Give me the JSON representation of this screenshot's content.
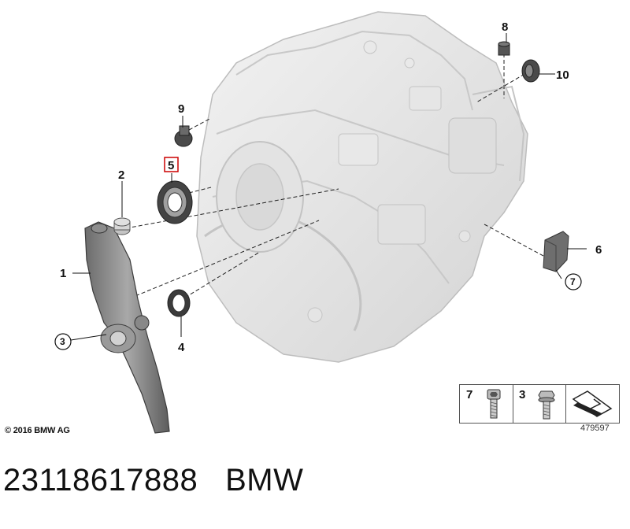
{
  "diagram": {
    "callouts": [
      {
        "id": "1",
        "label": "1"
      },
      {
        "id": "2",
        "label": "2"
      },
      {
        "id": "3",
        "label": "3"
      },
      {
        "id": "4",
        "label": "4"
      },
      {
        "id": "5",
        "label": "5"
      },
      {
        "id": "6",
        "label": "6"
      },
      {
        "id": "7",
        "label": "7"
      },
      {
        "id": "8",
        "label": "8"
      },
      {
        "id": "9",
        "label": "9"
      },
      {
        "id": "10",
        "label": "10"
      }
    ],
    "highlight_color": "#cc0000",
    "copyright": "© 2016 BMW AG",
    "diagram_number": "479597",
    "legend": [
      {
        "label": "7",
        "icon": "allen-bolt-icon"
      },
      {
        "label": "3",
        "icon": "hex-bolt-icon"
      },
      {
        "label": "",
        "icon": "arrow-direction-icon"
      }
    ]
  },
  "footer": {
    "part_number": "23118617888",
    "brand": "BMW"
  }
}
